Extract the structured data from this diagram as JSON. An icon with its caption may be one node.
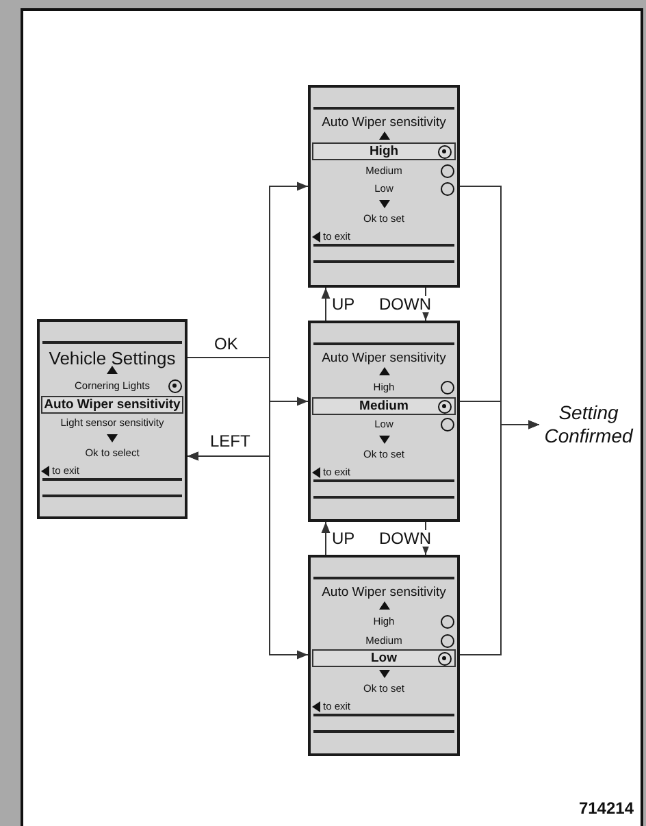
{
  "diagram": {
    "nodes": [
      {
        "text": [
          "Vehicle Settings",
          "Cornering Lights",
          "Auto Wiper sensitivity",
          "Light sensor sensitivity",
          "Ok to select",
          "to exit"
        ]
      },
      {
        "text": [
          "Auto Wiper sensitivity",
          "High",
          "Medium",
          "Low",
          "Ok to set",
          "to exit"
        ]
      },
      {
        "text": [
          "Auto Wiper sensitivity",
          "High",
          "Medium",
          "Low",
          "Ok to set",
          "to exit"
        ]
      },
      {
        "text": [
          "Auto Wiper sensitivity",
          "High",
          "Medium",
          "Low",
          "Ok to set",
          "to exit"
        ]
      },
      {
        "text": [
          "Setting Confirmed"
        ]
      }
    ],
    "edges": [
      {
        "from": 0,
        "to": 1,
        "arrow": "to"
      },
      {
        "from": 0,
        "to": 2,
        "arrow": "to",
        "label": "OK"
      },
      {
        "from": 0,
        "to": 3,
        "arrow": "to"
      },
      {
        "from": 1,
        "to": 0,
        "arrow": "to"
      },
      {
        "from": 2,
        "to": 0,
        "arrow": "to",
        "label": "LEFT"
      },
      {
        "from": 3,
        "to": 0,
        "arrow": "to"
      },
      {
        "from": 2,
        "to": 1,
        "arrow": "to",
        "label": "UP"
      },
      {
        "from": 1,
        "to": 2,
        "arrow": "to",
        "label": "DOWN"
      },
      {
        "from": 3,
        "to": 2,
        "arrow": "to",
        "label": "UP"
      },
      {
        "from": 2,
        "to": 3,
        "arrow": "to",
        "label": "DOWN"
      },
      {
        "from": 1,
        "to": 4,
        "arrow": "to"
      },
      {
        "from": 2,
        "to": 4,
        "arrow": "to"
      },
      {
        "from": 3,
        "to": 4,
        "arrow": "to"
      }
    ],
    "labels": [
      "714214"
    ]
  }
}
